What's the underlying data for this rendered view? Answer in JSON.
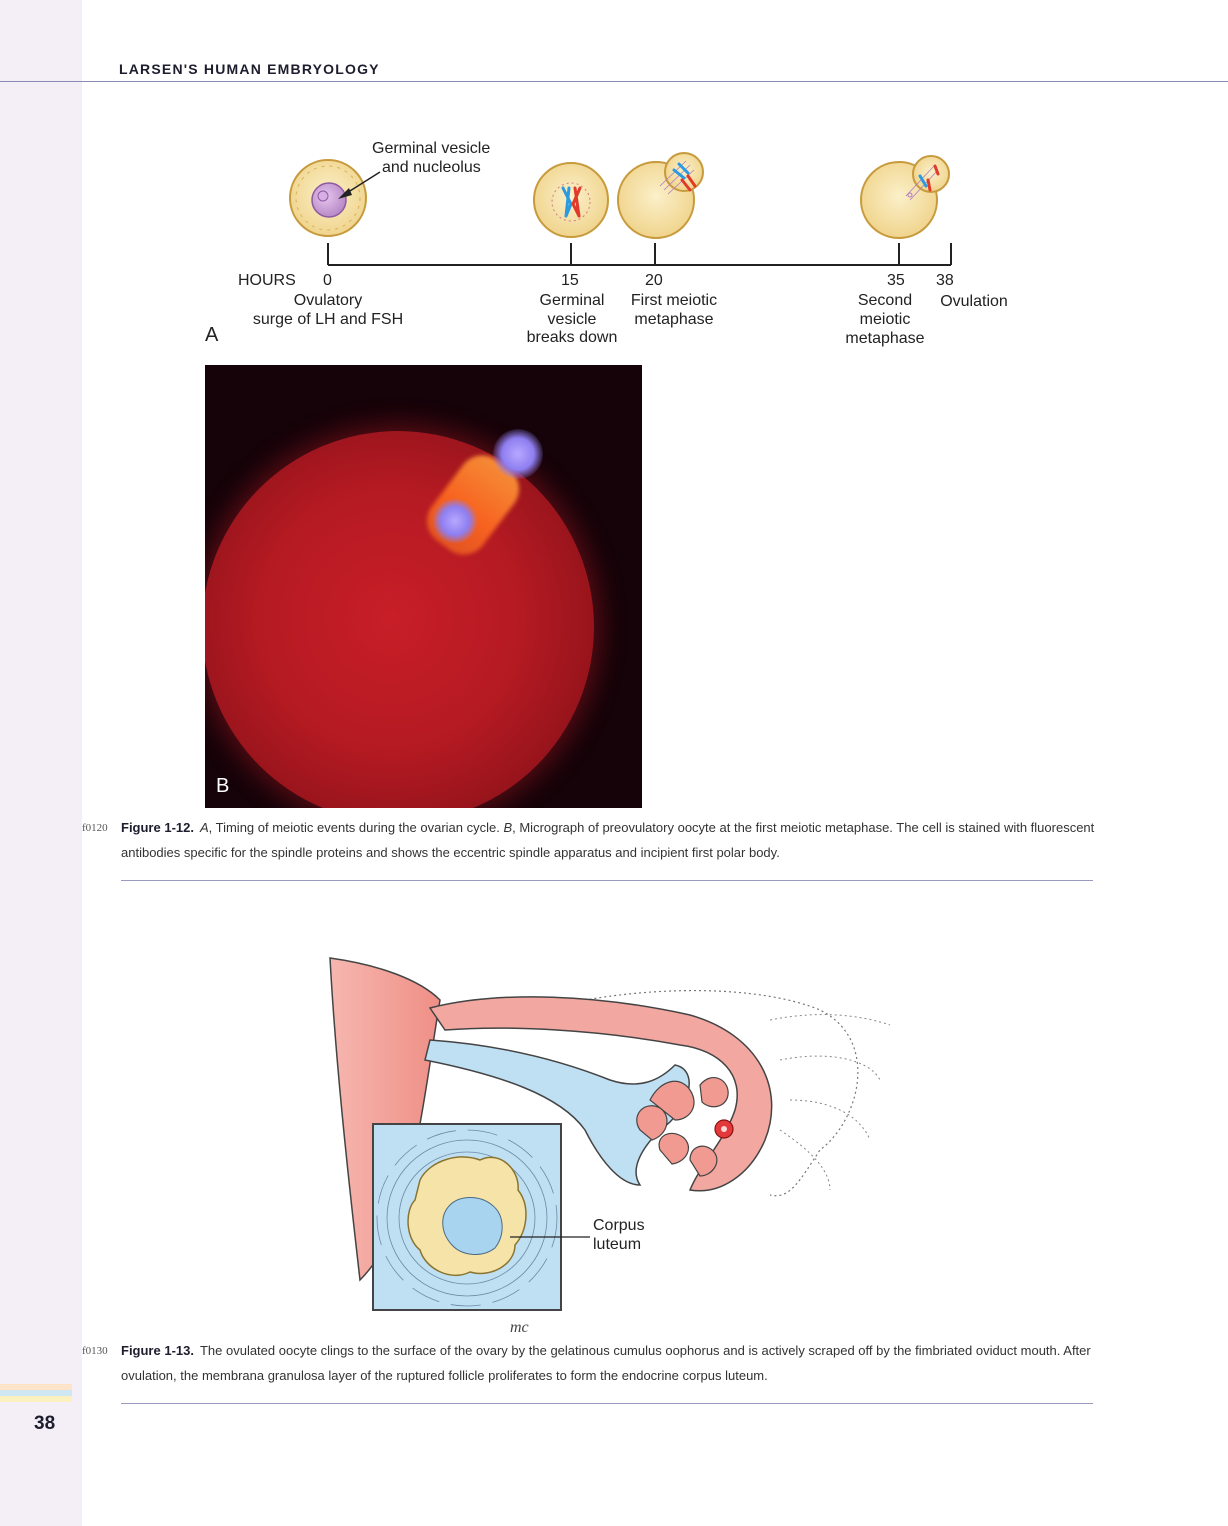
{
  "header": {
    "running_head": "LARSEN'S HUMAN EMBRYOLOGY"
  },
  "page": {
    "number": "38"
  },
  "colors": {
    "rule": "#8a8ab5",
    "side_strip": "#f4eff7",
    "cell_fill": "#f6e3a8",
    "cell_stroke": "#c79a3c",
    "oviduct_pink": "#f2a7a0",
    "ovary_blue": "#bfe0f3"
  },
  "figure_1_12": {
    "panel_a": {
      "letter": "A",
      "callout": [
        "Germinal vesicle",
        "and nucleolus"
      ],
      "hours_label": "HOURS",
      "events": [
        {
          "hour": "0",
          "label": [
            "Ovulatory",
            "surge of LH and FSH"
          ]
        },
        {
          "hour": "15",
          "label": [
            "Germinal",
            "vesicle",
            "breaks down"
          ]
        },
        {
          "hour": "20",
          "label": [
            "First meiotic",
            "metaphase"
          ]
        },
        {
          "hour": "35",
          "label": [
            "Second",
            "meiotic",
            "metaphase"
          ]
        },
        {
          "hour": "38",
          "label": [
            "Ovulation"
          ]
        }
      ]
    },
    "panel_b": {
      "letter": "B"
    },
    "figure_id": "f0120",
    "caption_label": "Figure 1-12.",
    "caption_parts": [
      {
        "text": "A",
        "italic": true
      },
      {
        "text": ", Timing of meiotic events during the ovarian cycle. ",
        "italic": false
      },
      {
        "text": "B",
        "italic": true
      },
      {
        "text": ", Micrograph of preovulatory oocyte at the first meiotic metaphase. The cell is stained with fluorescent antibodies specific for the spindle proteins and shows the eccentric spindle apparatus and incipient first polar body.",
        "italic": false
      }
    ]
  },
  "figure_1_13": {
    "label": [
      "Corpus",
      "luteum"
    ],
    "signature": "mc",
    "figure_id": "f0130",
    "caption_label": "Figure 1-13.",
    "caption_text": "The ovulated oocyte clings to the surface of the ovary by the gelatinous cumulus oophorus and is actively scraped off by the fimbriated oviduct mouth. After ovulation, the membrana granulosa layer of the ruptured follicle proliferates to form the endocrine corpus luteum."
  }
}
